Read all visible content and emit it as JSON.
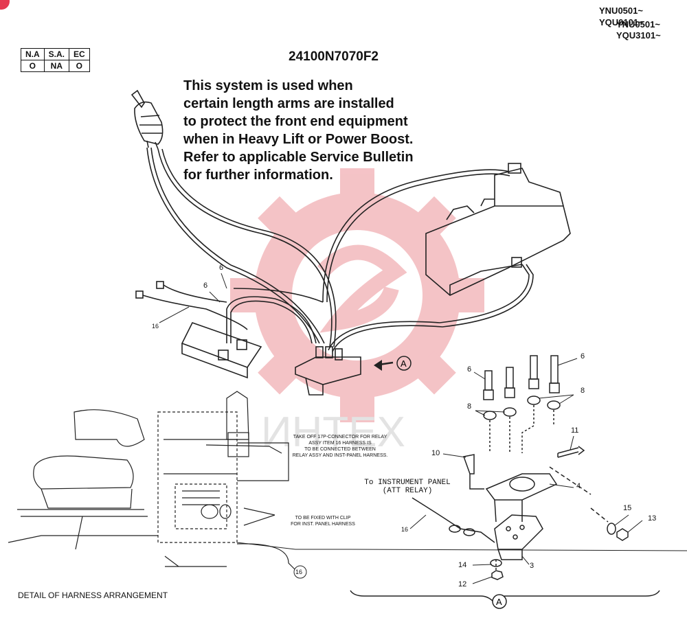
{
  "serials": [
    "YNU0501~",
    "YQU0101~",
    "YNU0501~",
    "YQU3101~"
  ],
  "applicability": {
    "headers": [
      "N.A",
      "S.A.",
      "EC"
    ],
    "values": [
      "O",
      "NA",
      "O"
    ]
  },
  "part_number": "24100N7070F2",
  "note_lines": [
    "This system is used when",
    "certain length arms are installed",
    "to protect the front end equipment",
    "when in Heavy Lift or Power Boost.",
    "Refer to applicable Service Bulletin",
    "for further information."
  ],
  "watermark": "ИНТЕХ",
  "view_label": "A",
  "annotations": {
    "takeoff": [
      "TAKE OFF 17P-CONNECTOR FOR RELAY",
      "ASSY  ITEM 16 HARNESS IS",
      "TO BE CONNECTED BETWEEN",
      "RELAY ASSY AND INST-PANEL HARNESS."
    ],
    "clip": [
      "TO BE FIXED WITH CLIP",
      "FOR INST. PANEL HARNESS"
    ],
    "instrument_panel": [
      "To INSTRUMENT PANEL",
      "(ATT RELAY)"
    ]
  },
  "callouts": {
    "c6a": "6",
    "c6b": "6",
    "c6c": "6",
    "c6d": "6",
    "c16a": "16",
    "c16b": "16",
    "c16c": "16",
    "c8a": "8",
    "c8b": "8",
    "c10": "10",
    "c11": "11",
    "c4": "4",
    "c15": "15",
    "c13": "13",
    "c3": "3",
    "c14": "14",
    "c12": "12"
  },
  "caption": "DETAIL OF HARNESS ARRANGEMENT",
  "colors": {
    "watermark": "#f3b9bd",
    "badge": "#e53950",
    "line": "#222222"
  }
}
